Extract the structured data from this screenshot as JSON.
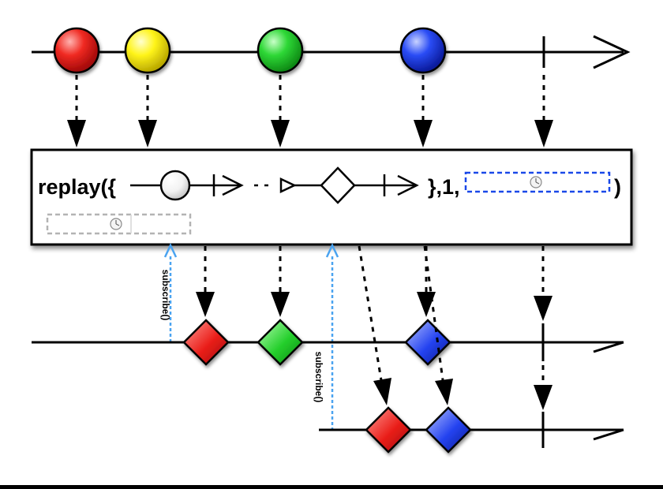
{
  "operator": {
    "prefix": "replay({",
    "middle": "},1,",
    "suffix": ")"
  },
  "annotations": {
    "subscribe_first": "subscribe()",
    "subscribe_second": "subscribe()"
  },
  "colors": {
    "red": "#e8161b",
    "yellow": "#f7f300",
    "green": "#22d12b",
    "blue": "#1a3ff0",
    "scheduler_dash": "#1a48e8",
    "subscribe_arrow": "#4aa3f0",
    "inactive_dash": "#b3b3b3"
  },
  "icons": {
    "scheduler": "clock-icon"
  }
}
